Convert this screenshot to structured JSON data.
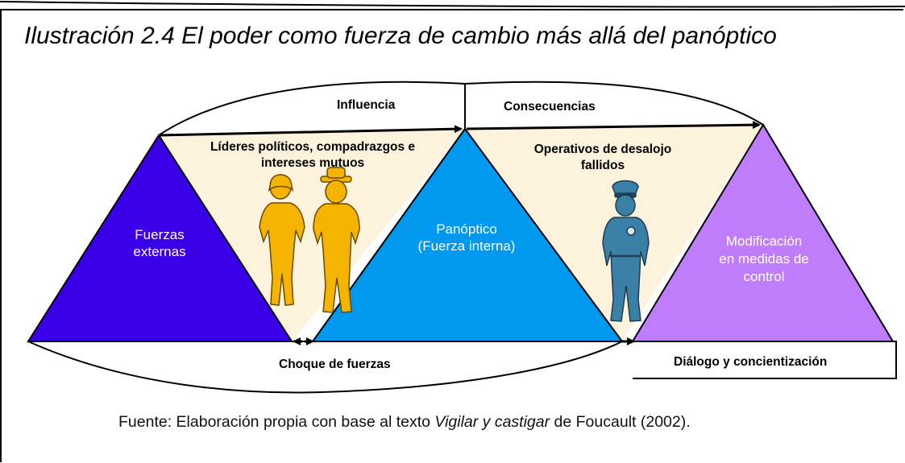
{
  "caption": "Ilustración 2.4 El poder como fuerza de cambio más allá del panóptico",
  "diagram": {
    "top_labels": {
      "influence": "Influencia",
      "consequences": "Consecuencias"
    },
    "bottom_labels": {
      "clash": "Choque de fuerzas",
      "dialogue": "Diálogo y concientización"
    },
    "band_texts": {
      "leaders_line1": "Líderes políticos, compadrazgos e",
      "leaders_line2": "intereses  mutuos",
      "operations_line1": "Operativos de desalojo",
      "operations_line2": "fallidos"
    },
    "triangles": {
      "external": {
        "line1": "Fuerzas",
        "line2": "externas",
        "color": "#3a00e8"
      },
      "panoptic": {
        "line1": "Panóptico",
        "line2": "(Fuerza interna)",
        "color": "#0099ef"
      },
      "modification": {
        "line1": "Modificación",
        "line2": "en medidas de",
        "line3": "control",
        "color": "#c07dfb"
      }
    },
    "band_color": "#fdf3dc",
    "figure_colors": {
      "politicians": "#f4b400",
      "police": "#3a7fa6"
    },
    "icons": [
      "woman-figure-icon",
      "man-with-hat-figure-icon",
      "police-officer-icon"
    ]
  },
  "source": {
    "prefix": "Fuente: Elaboración propia con base al texto ",
    "title": "Vigilar y castigar",
    "suffix": " de Foucault (2002)."
  }
}
